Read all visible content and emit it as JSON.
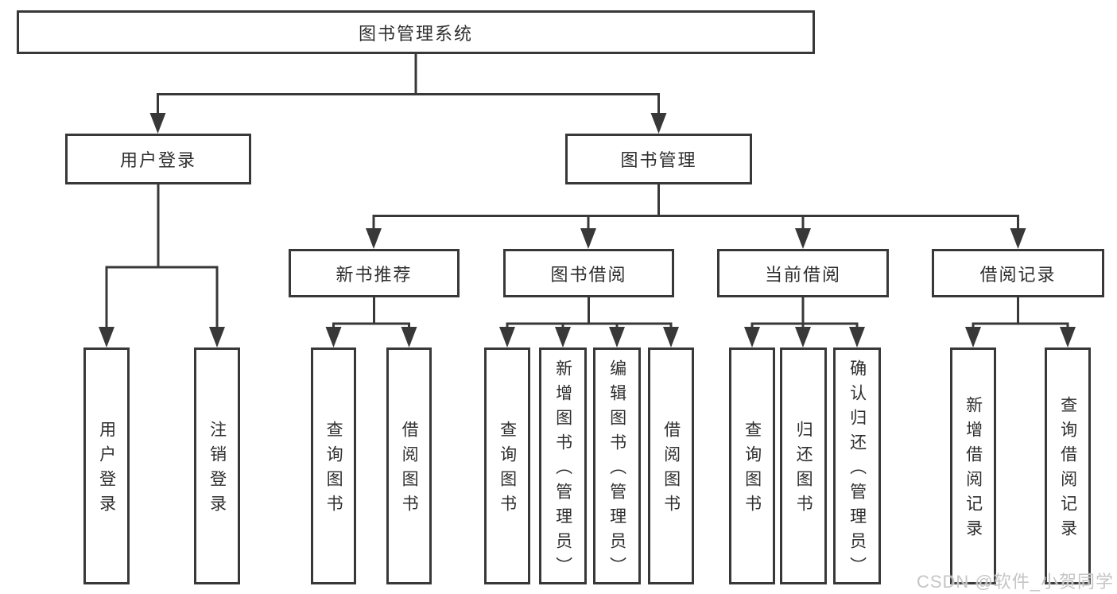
{
  "diagram": {
    "title": "图书管理系统",
    "watermark": "CSDN @软件_小贺同学"
  },
  "nodes": {
    "root": {
      "label": "图书管理系统"
    },
    "userLogin": {
      "label": "用户登录"
    },
    "bookMgmt": {
      "label": "图书管理"
    },
    "newBookRec": {
      "label": "新书推荐"
    },
    "bookBorrow": {
      "label": "图书借阅"
    },
    "currentBorrow": {
      "label": "当前借阅"
    },
    "borrowRecords": {
      "label": "借阅记录"
    },
    "leafUserLogin": {
      "label": "用户登录"
    },
    "leafLogout": {
      "label": "注销登录"
    },
    "leafQueryBooks1": {
      "label": "查询图书"
    },
    "leafBorrowBooks1": {
      "label": "借阅图书"
    },
    "leafQueryBooks2": {
      "label": "查询图书"
    },
    "leafAddBook": {
      "label": "新增图书（管理员）"
    },
    "leafEditBook": {
      "label": "编辑图书（管理员）"
    },
    "leafBorrowBooks2": {
      "label": "借阅图书"
    },
    "leafQueryBooks3": {
      "label": "查询图书"
    },
    "leafReturnBook": {
      "label": "归还图书"
    },
    "leafConfirmReturn": {
      "label": "确认归还（管理员）"
    },
    "leafAddRecord": {
      "label": "新增借阅记录"
    },
    "leafQueryRecord": {
      "label": "查询借阅记录"
    }
  },
  "hierarchy": {
    "图书管理系统": {
      "用户登录": [
        "用户登录",
        "注销登录"
      ],
      "图书管理": {
        "新书推荐": [
          "查询图书",
          "借阅图书"
        ],
        "图书借阅": [
          "查询图书",
          "新增图书（管理员）",
          "编辑图书（管理员）",
          "借阅图书"
        ],
        "当前借阅": [
          "查询图书",
          "归还图书",
          "确认归还（管理员）"
        ],
        "借阅记录": [
          "新增借阅记录",
          "查询借阅记录"
        ]
      }
    }
  },
  "colors": {
    "line": "#383838",
    "text": "#2e2e2e",
    "watermark": "#c5c5c5",
    "background": "#ffffff"
  }
}
